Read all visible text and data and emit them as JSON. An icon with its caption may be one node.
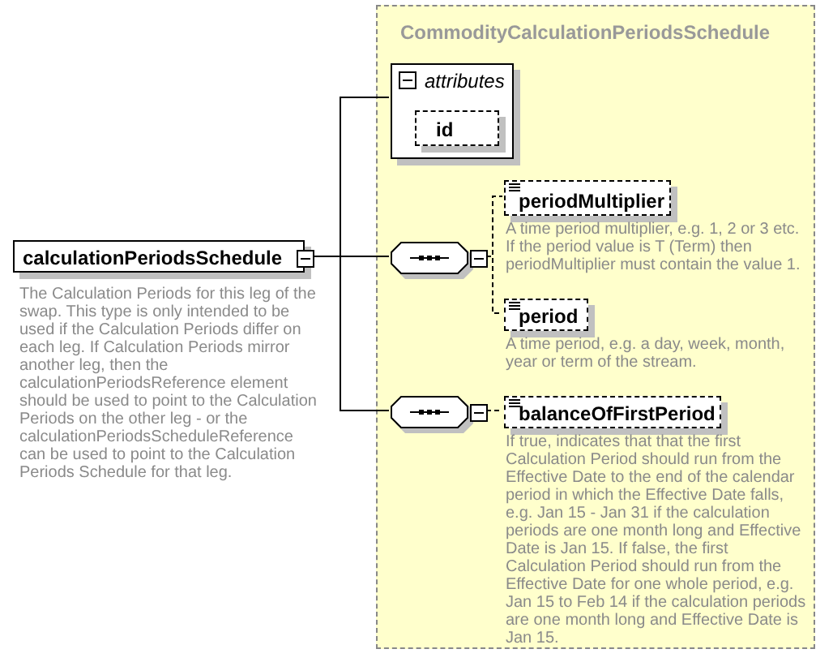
{
  "diagram": {
    "nodes": [
      {
        "text": [
          "calculationPeriodsSchedule"
        ],
        "beside": [
          "The Calculation Periods for this leg of the swap. This type is only intended to be used if the Calculation Periods differ on each leg. If Calculation Periods mirror another leg, then the calculationPeriodsReference element should be used to point to the Calculation Periods on the other leg - or the calculationPeriodsScheduleReference can be used to point to the Calculation Periods Schedule for that leg."
        ]
      },
      {
        "text": [
          "CommodityCalculationPeriodsSchedule"
        ]
      },
      {
        "text": [
          "attributes"
        ],
        "in": 1
      },
      {
        "text": [
          "id"
        ],
        "in": 2
      },
      {
        "text": [],
        "shape": "octagon",
        "in": 1
      },
      {
        "text": [
          "periodMultiplier"
        ],
        "in": 1,
        "beside": [
          "A time period multiplier, e.g. 1, 2 or 3 etc. If the period value is T (Term) then periodMultiplier must contain the value 1."
        ]
      },
      {
        "text": [
          "period"
        ],
        "in": 1,
        "beside": [
          "A time period, e.g. a day, week, month, year or term of the stream."
        ]
      },
      {
        "text": [],
        "shape": "octagon",
        "in": 1
      },
      {
        "text": [
          "balanceOfFirstPeriod"
        ],
        "in": 1,
        "beside": [
          "If true, indicates that that the first Calculation Period should run from the Effective Date to the end of the calendar period in which the Effective Date falls, e.g. Jan 15 - Jan 31 if the calculation periods are one month long and Effective Date is Jan 15. If false, the first Calculation Period should run from the Effective Date for one whole period, e.g. Jan 15 to Feb 14 if the calculation periods are one month long and Effective Date is Jan 15."
        ]
      }
    ],
    "edges": [
      {
        "from": 0,
        "to": 2,
        "arrow": "none"
      },
      {
        "from": 0,
        "to": 4,
        "arrow": "none"
      },
      {
        "from": 0,
        "to": 7,
        "arrow": "none"
      },
      {
        "from": 4,
        "to": 5,
        "arrow": "none",
        "style": "dashed"
      },
      {
        "from": 4,
        "to": 6,
        "arrow": "none",
        "style": "dashed"
      },
      {
        "from": 7,
        "to": 8,
        "arrow": "none",
        "style": "dashed"
      }
    ]
  }
}
